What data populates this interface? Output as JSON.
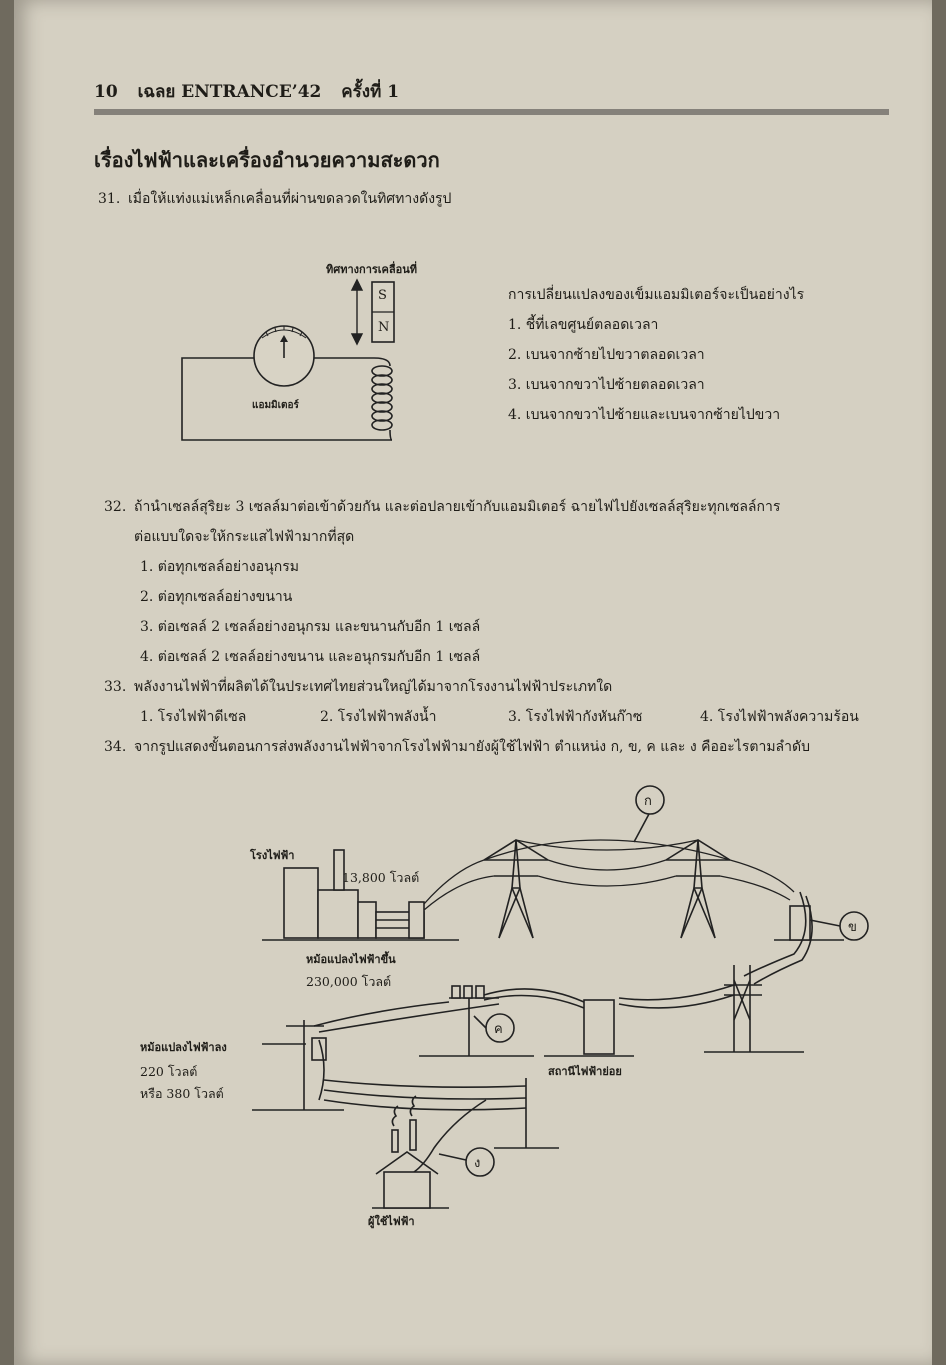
{
  "header": {
    "page_number": "10",
    "book_title": "เฉลย ENTRANCE’42",
    "round": "ครั้งที่ 1"
  },
  "section_title": "เรื่องไฟฟ้าและเครื่องอำนวยความสะดวก",
  "q31": {
    "number": "31.",
    "text": "เมื่อให้แท่งแม่เหล็กเคลื่อนที่ผ่านขดลวดในทิศทางดังรูป",
    "figure": {
      "direction_label": "ทิศทางการเคลื่อนที่",
      "pole_s": "S",
      "pole_n": "N",
      "meter_label": "แอมมิเตอร์"
    },
    "prompt": "การเปลี่ยนแปลงของเข็มแอมมิเตอร์จะเป็นอย่างไร",
    "options": [
      "1.  ชี้ที่เลขศูนย์ตลอดเวลา",
      "2.  เบนจากซ้ายไปขวาตลอดเวลา",
      "3.  เบนจากขวาไปซ้ายตลอดเวลา",
      "4.  เบนจากขวาไปซ้ายและเบนจากซ้ายไปขวา"
    ]
  },
  "q32": {
    "number": "32.",
    "line1": "ถ้านำเซลล์สุริยะ  3  เซลล์มาต่อเข้าด้วยกัน  และต่อปลายเข้ากับแอมมิเตอร์  ฉายไฟไปยังเซลล์สุริยะทุกเซลล์การ",
    "line2": "ต่อแบบใดจะให้กระแสไฟฟ้ามากที่สุด",
    "options": [
      "1.  ต่อทุกเซลล์อย่างอนุกรม",
      "2.  ต่อทุกเซลล์อย่างขนาน",
      "3.  ต่อเซลล์ 2 เซลล์อย่างอนุกรม และขนานกับอีก 1 เซลล์",
      "4.  ต่อเซลล์ 2 เซลล์อย่างขนาน และอนุกรมกับอีก 1 เซลล์"
    ]
  },
  "q33": {
    "number": "33.",
    "text": "พลังงานไฟฟ้าที่ผลิตได้ในประเทศไทยส่วนใหญ่ได้มาจากโรงงานไฟฟ้าประเภทใด",
    "options": [
      "1.  โรงไฟฟ้าดีเซล",
      "2.  โรงไฟฟ้าพลังน้ำ",
      "3.  โรงไฟฟ้ากังหันก๊าซ",
      "4.  โรงไฟฟ้าพลังความร้อน"
    ]
  },
  "q34": {
    "number": "34.",
    "text": "จากรูปแสดงขั้นตอนการส่งพลังงานไฟฟ้าจากโรงไฟฟ้ามายังผู้ใช้ไฟฟ้า ตำแหน่ง ก, ข, ค และ ง คืออะไรตามลำดับ",
    "figure": {
      "power_plant": "โรงไฟฟ้า",
      "plant_voltage": "13,800 โวลต์",
      "step_up_transformer": "หม้อแปลงไฟฟ้าขึ้น",
      "step_up_voltage": "230,000 โวลต์",
      "label_a": "ก",
      "label_b": "ข",
      "label_c": "ค",
      "label_d": "ง",
      "substation": "สถานีไฟฟ้าย่อย",
      "step_down_transformer": "หม้อแปลงไฟฟ้าลง",
      "voltage_220": "220 โวลต์",
      "voltage_380": "หรือ 380 โวลต์",
      "consumer": "ผู้ใช้ไฟฟ้า"
    }
  }
}
